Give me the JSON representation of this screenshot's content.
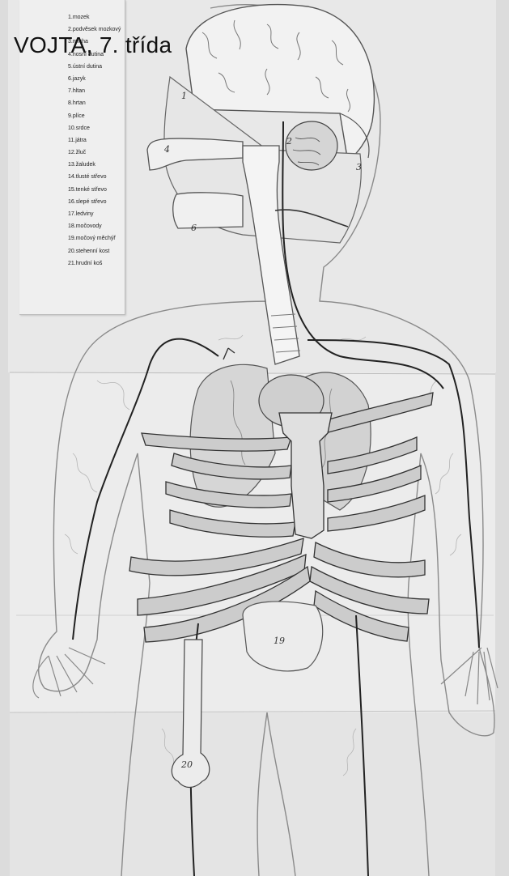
{
  "title": "VOJTA, 7. třída",
  "legend": [
    "1.mozek",
    "2.podvěsek mozkový",
    "3.mícha",
    "4.nosní dutina",
    "5.ústní dutina",
    "6.jazyk",
    "7.hltan",
    "8.hrtan",
    "9.plíce",
    "10.srdce",
    "11.játra",
    "12.žluč",
    "13.žaludek",
    "14.tlusté střevo",
    "15.tenké střevo",
    "16.slepé střevo",
    "17.ledviny",
    "18.močovody",
    "19.močový měchýř",
    "20.stehenní kost",
    "21.hrudní koš"
  ],
  "numbers": {
    "brain": "1",
    "pituitary": "2",
    "cerebellum": "3",
    "nasal": "4",
    "tongue": "6",
    "bladder": "19",
    "femur": "20"
  }
}
